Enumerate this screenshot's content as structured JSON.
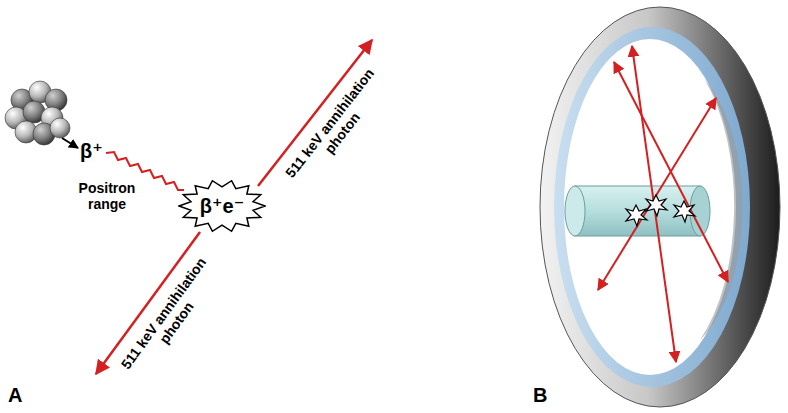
{
  "diagram": {
    "nodes": [
      {
        "text": [
          "β⁺e⁻"
        ]
      }
    ],
    "labels": [
      "β⁺",
      "Positron range",
      "511 keV annihilation photon",
      "511 keV annihilation photon",
      "A",
      "B"
    ]
  }
}
